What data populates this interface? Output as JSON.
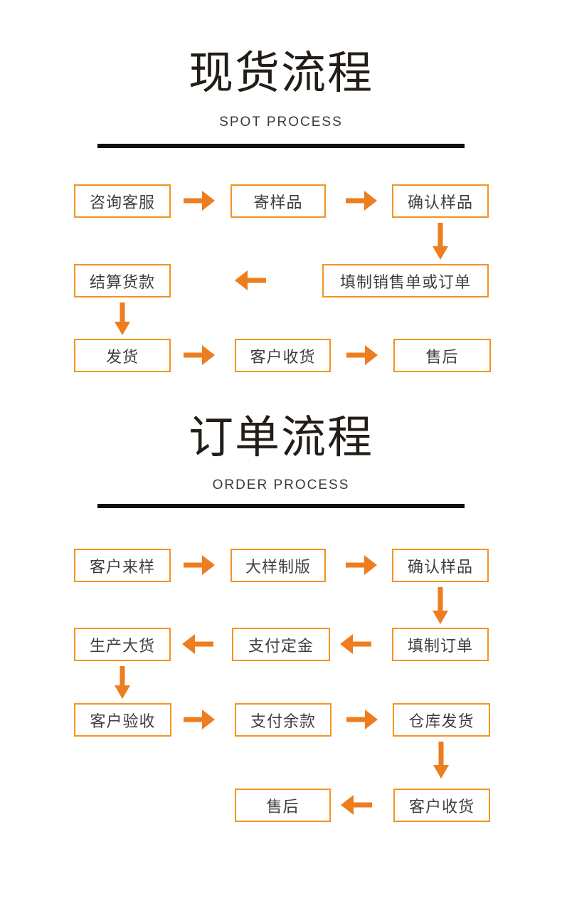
{
  "colors": {
    "accent_orange_arrow": "#ED7D1E",
    "box_border_orange": "#F29420",
    "title_text": "#231d17",
    "subtitle_text": "#3a3a3a",
    "box_text": "#3e3e3e",
    "divider_black": "#0e0e0e",
    "background": "#ffffff"
  },
  "icons": {
    "arrow_right_icon": "→",
    "arrow_left_icon": "←",
    "arrow_down_icon": "↓"
  },
  "spot": {
    "title": "现货流程",
    "subtitle": "SPOT PROCESS",
    "rows": [
      {
        "boxes": [
          "咨询客服",
          "寄样品",
          "确认样品"
        ]
      },
      {
        "boxes": [
          "结算货款",
          "填制销售单或订单"
        ]
      },
      {
        "boxes": [
          "发货",
          "客户收货",
          "售后"
        ]
      }
    ],
    "flow_sequence": [
      "咨询客服",
      "寄样品",
      "确认样品",
      "填制销售单或订单",
      "结算货款",
      "发货",
      "客户收货",
      "售后"
    ]
  },
  "order": {
    "title": "订单流程",
    "subtitle": "ORDER PROCESS",
    "rows": [
      {
        "boxes": [
          "客户来样",
          "大样制版",
          "确认样品"
        ]
      },
      {
        "boxes": [
          "生产大货",
          "支付定金",
          "填制订单"
        ]
      },
      {
        "boxes": [
          "客户验收",
          "支付余款",
          "仓库发货"
        ]
      },
      {
        "boxes": [
          "售后",
          "客户收货"
        ]
      }
    ],
    "flow_sequence": [
      "客户来样",
      "大样制版",
      "确认样品",
      "填制订单",
      "支付定金",
      "生产大货",
      "客户验收",
      "支付余款",
      "仓库发货",
      "客户收货",
      "售后"
    ]
  }
}
